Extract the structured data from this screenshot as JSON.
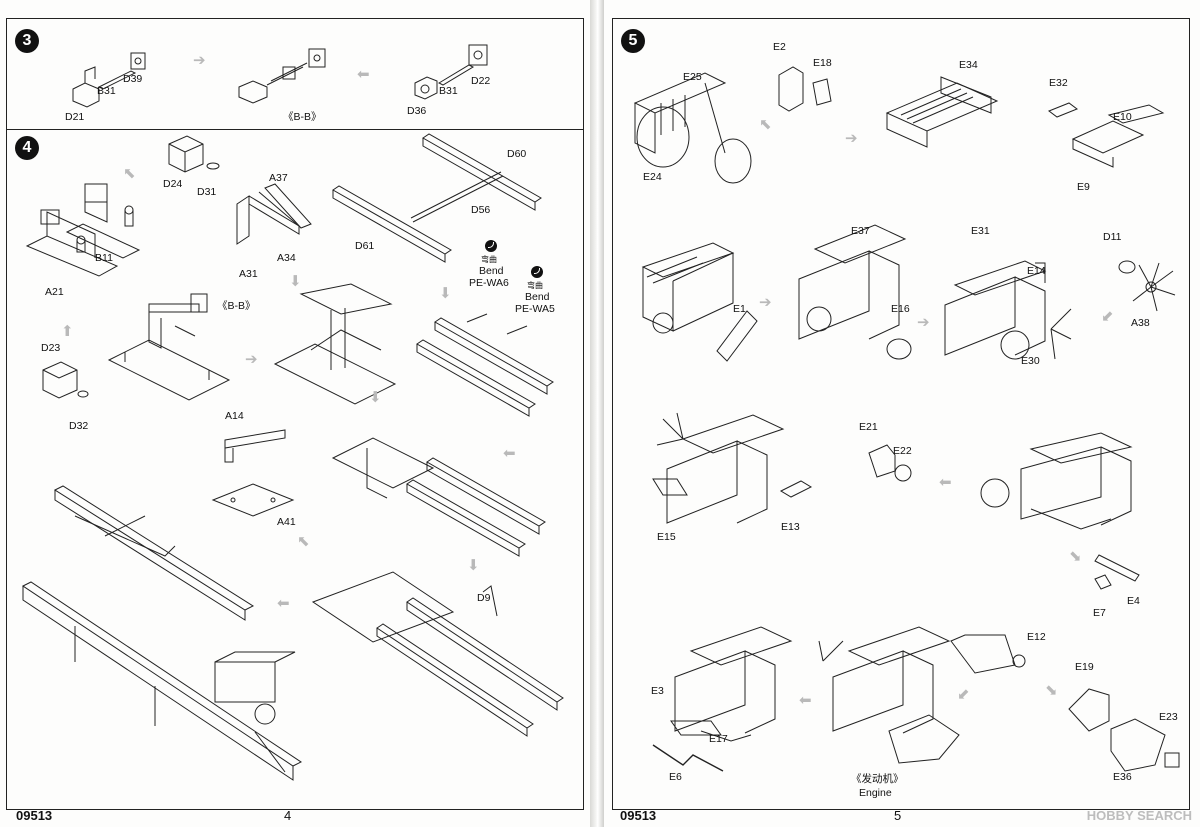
{
  "left": {
    "step3": {
      "badge": "3",
      "labels": {
        "D21": "D21",
        "B31a": "B31",
        "D39": "D39",
        "BB": "《B-B》",
        "D36": "D36",
        "B31b": "B31",
        "D22": "D22"
      }
    },
    "step4": {
      "badge": "4",
      "labels": {
        "D24": "D24",
        "D31": "D31",
        "A37": "A37",
        "D60": "D60",
        "D56": "D56",
        "D61": "D61",
        "A31": "A31",
        "A34": "A34",
        "B11": "B11",
        "A21": "A21",
        "BB": "《B-B》",
        "bend1_cn": "弯曲",
        "bend1_en": "Bend",
        "PEWA6": "PE-WA6",
        "bend2_cn": "弯曲",
        "bend2_en": "Bend",
        "PEWA5": "PE-WA5",
        "D23": "D23",
        "D32": "D32",
        "A14": "A14",
        "A41": "A41",
        "D9": "D9"
      }
    },
    "footer": {
      "code": "09513",
      "page": "4"
    }
  },
  "right": {
    "step5": {
      "badge": "5",
      "labels": {
        "E2": "E2",
        "E18": "E18",
        "E25": "E25",
        "E34": "E34",
        "E32": "E32",
        "E10": "E10",
        "E24": "E24",
        "E9": "E9",
        "E37": "E37",
        "E31": "E31",
        "D11": "D11",
        "E14": "E14",
        "E1": "E1",
        "E16": "E16",
        "A38": "A38",
        "E30": "E30",
        "E21": "E21",
        "E22": "E22",
        "E15": "E15",
        "E13": "E13",
        "E7": "E7",
        "E4": "E4",
        "E12": "E12",
        "E19": "E19",
        "E3": "E3",
        "E17": "E17",
        "E23": "E23",
        "E6": "E6",
        "E36": "E36",
        "engine_cn": "《发动机》",
        "engine_en": "Engine"
      }
    },
    "footer": {
      "code": "09513",
      "page": "5"
    }
  },
  "watermark": {
    "brand": "HOBBY SEARCH"
  },
  "icons": [
    "step-badge-icon",
    "arrow-icon",
    "bend-icon"
  ]
}
